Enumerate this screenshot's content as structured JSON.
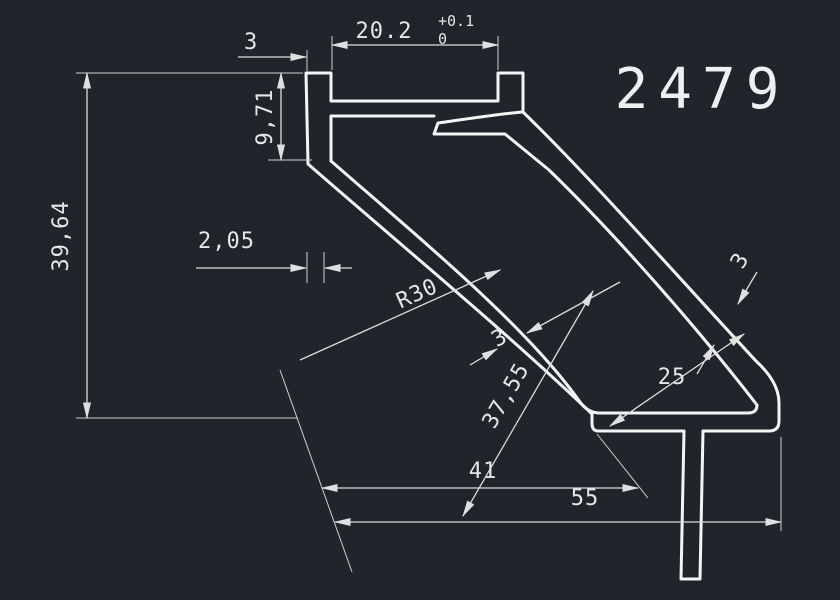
{
  "drawing": {
    "part_number": "2479"
  },
  "dims": {
    "tab_width": "3",
    "slot_width": "20.2",
    "slot_tol_plus": "+0.1",
    "slot_tol_minus": "0",
    "head_depth": "9,71",
    "offset": "2,05",
    "overall_height": "39,64",
    "radius": "R30",
    "blade_wall": "3",
    "diagonal": "37,55",
    "width_41": "41",
    "overall_width": "55",
    "foot_length": "25",
    "stem_wall": "3"
  }
}
